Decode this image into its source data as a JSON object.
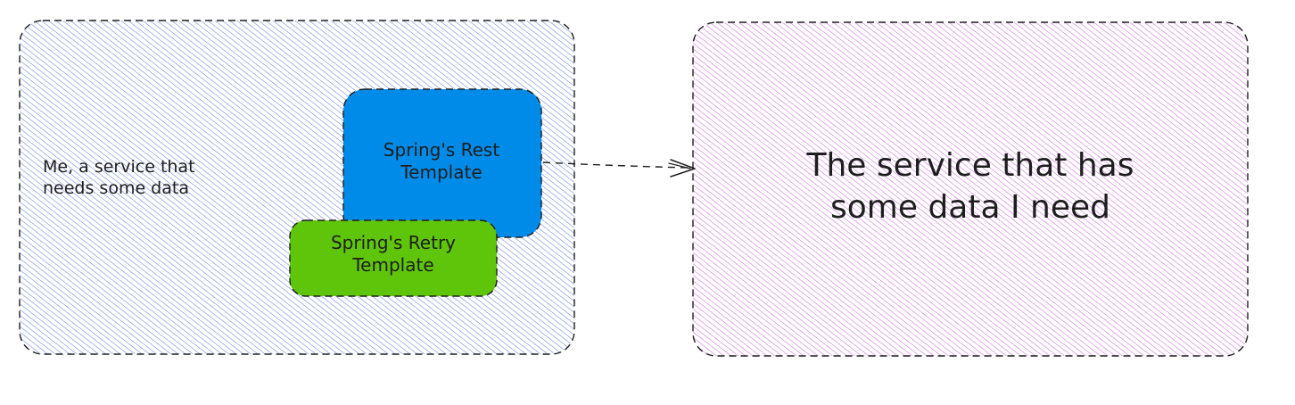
{
  "diagram": {
    "client_service": {
      "label": "Me, a service that\nneeds some data",
      "fill_color": "#4a6cd6"
    },
    "rest_template": {
      "label": "Spring's Rest\nTemplate",
      "fill_color": "#008be8"
    },
    "retry_template": {
      "label": "Spring's Retry\nTemplate",
      "fill_color": "#5fc50a"
    },
    "data_service": {
      "label": "The service that has\nsome data I need",
      "fill_color": "#c450d8"
    },
    "connector": {
      "from": "rest_template",
      "to": "data_service",
      "style": "dashed-arrow"
    },
    "stroke_color": "#1e1e1e"
  }
}
